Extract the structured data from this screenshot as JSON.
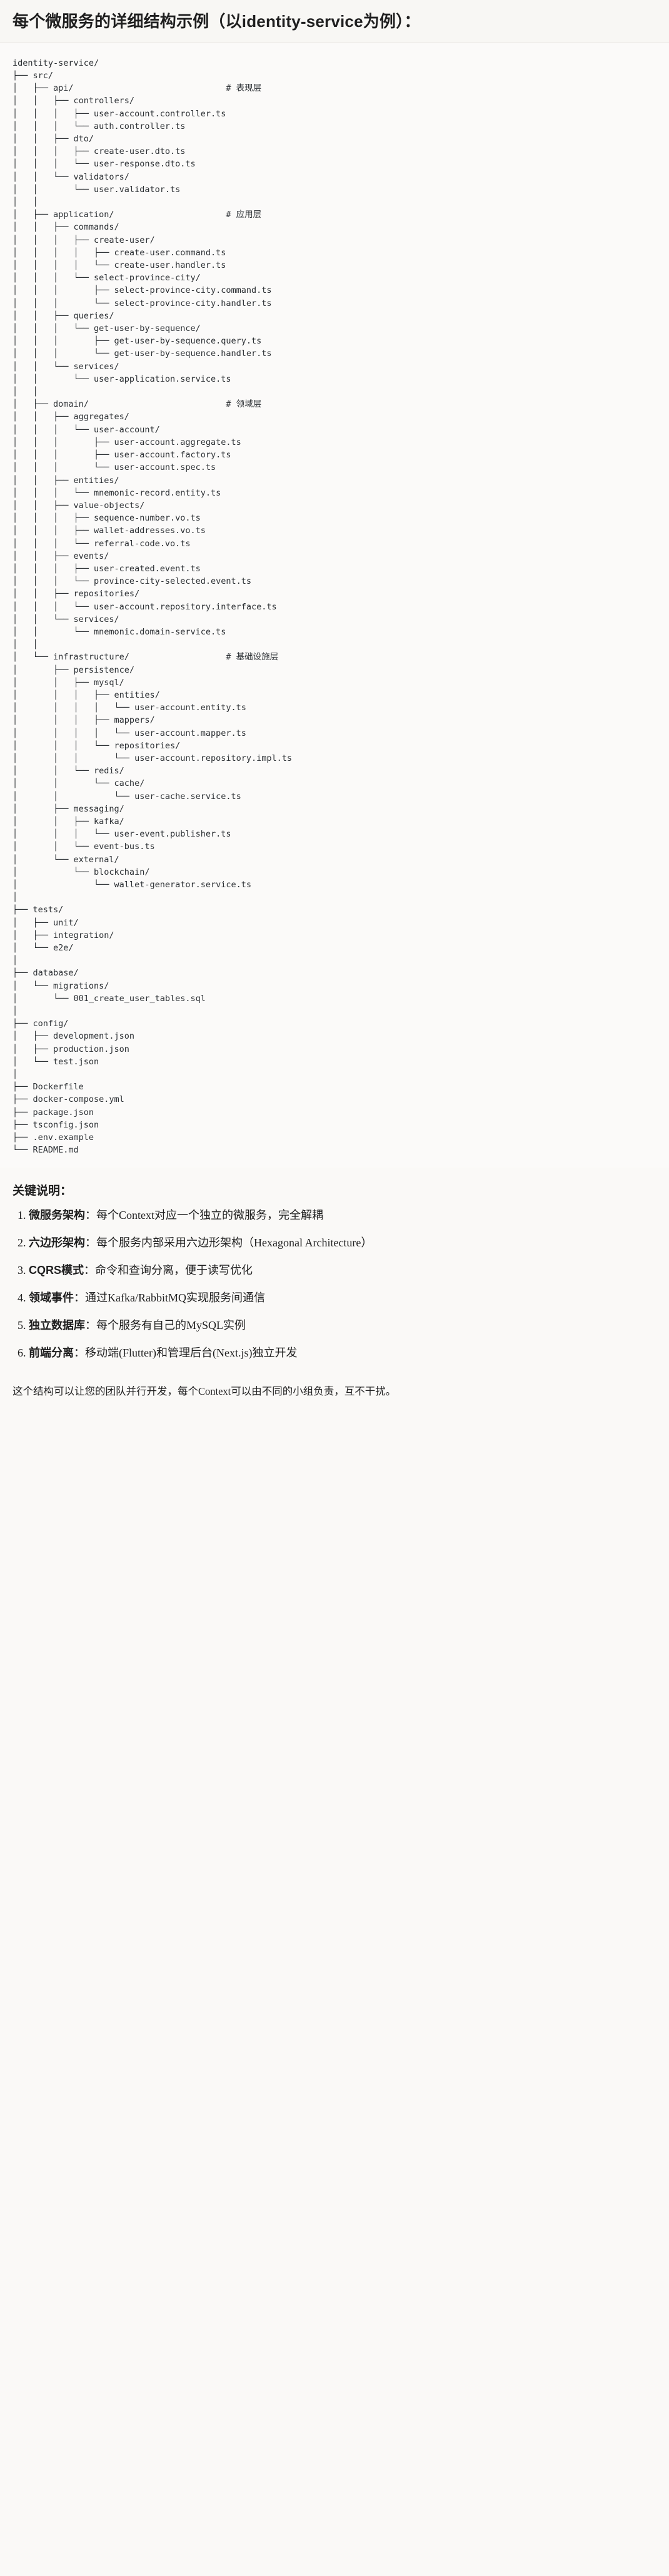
{
  "header": {
    "title_prefix": "每个微服务的详细结构示例",
    "title_paren": "（以identity-service为例）：",
    "title_full": "每个微服务的详细结构示例（以identity-service为例）："
  },
  "tree": {
    "root": "identity-service/",
    "comments": {
      "presentation": "# 表现层",
      "application": "# 应用层",
      "domain": "# 领域层",
      "infrastructure": "# 基础设施层"
    },
    "text": "identity-service/\n├── src/\n│   ├── api/                              # 表现层\n│   │   ├── controllers/\n│   │   │   ├── user-account.controller.ts\n│   │   │   └── auth.controller.ts\n│   │   ├── dto/\n│   │   │   ├── create-user.dto.ts\n│   │   │   └── user-response.dto.ts\n│   │   └── validators/\n│   │       └── user.validator.ts\n│   │\n│   ├── application/                      # 应用层\n│   │   ├── commands/\n│   │   │   ├── create-user/\n│   │   │   │   ├── create-user.command.ts\n│   │   │   │   └── create-user.handler.ts\n│   │   │   └── select-province-city/\n│   │   │       ├── select-province-city.command.ts\n│   │   │       └── select-province-city.handler.ts\n│   │   ├── queries/\n│   │   │   └── get-user-by-sequence/\n│   │   │       ├── get-user-by-sequence.query.ts\n│   │   │       └── get-user-by-sequence.handler.ts\n│   │   └── services/\n│   │       └── user-application.service.ts\n│   │\n│   ├── domain/                           # 领域层\n│   │   ├── aggregates/\n│   │   │   └── user-account/\n│   │   │       ├── user-account.aggregate.ts\n│   │   │       ├── user-account.factory.ts\n│   │   │       └── user-account.spec.ts\n│   │   ├── entities/\n│   │   │   └── mnemonic-record.entity.ts\n│   │   ├── value-objects/\n│   │   │   ├── sequence-number.vo.ts\n│   │   │   ├── wallet-addresses.vo.ts\n│   │   │   └── referral-code.vo.ts\n│   │   ├── events/\n│   │   │   ├── user-created.event.ts\n│   │   │   └── province-city-selected.event.ts\n│   │   ├── repositories/\n│   │   │   └── user-account.repository.interface.ts\n│   │   └── services/\n│   │       └── mnemonic.domain-service.ts\n│   │\n│   └── infrastructure/                   # 基础设施层\n│       ├── persistence/\n│       │   ├── mysql/\n│       │   │   ├── entities/\n│       │   │   │   └── user-account.entity.ts\n│       │   │   ├── mappers/\n│       │   │   │   └── user-account.mapper.ts\n│       │   │   └── repositories/\n│       │   │       └── user-account.repository.impl.ts\n│       │   └── redis/\n│       │       └── cache/\n│       │           └── user-cache.service.ts\n│       ├── messaging/\n│       │   ├── kafka/\n│       │   │   └── user-event.publisher.ts\n│       │   └── event-bus.ts\n│       └── external/\n│           └── blockchain/\n│               └── wallet-generator.service.ts\n│\n├── tests/\n│   ├── unit/\n│   ├── integration/\n│   └── e2e/\n│\n├── database/\n│   └── migrations/\n│       └── 001_create_user_tables.sql\n│\n├── config/\n│   ├── development.json\n│   ├── production.json\n│   └── test.json\n│\n├── Dockerfile\n├── docker-compose.yml\n├── package.json\n├── tsconfig.json\n├── .env.example\n└── README.md"
  },
  "notes": {
    "heading": "关键说明：",
    "items": [
      {
        "label": "微服务架构",
        "sep": "：",
        "body": "每个Context对应一个独立的微服务，完全解耦"
      },
      {
        "label": "六边形架构",
        "sep": "：",
        "body": "每个服务内部采用六边形架构（Hexagonal Architecture）"
      },
      {
        "label": "CQRS模式",
        "sep": "：",
        "body": "命令和查询分离，便于读写优化"
      },
      {
        "label": "领域事件",
        "sep": "：",
        "body": "通过Kafka/RabbitMQ实现服务间通信"
      },
      {
        "label": "独立数据库",
        "sep": "：",
        "body": "每个服务有自己的MySQL实例"
      },
      {
        "label": "前端分离",
        "sep": "：",
        "body": "移动端(Flutter)和管理后台(Next.js)独立开发"
      }
    ],
    "footer": "这个结构可以让您的团队并行开发，每个Context可以由不同的小组负责，互不干扰。"
  },
  "colors": {
    "page_bg": "#faf9f7",
    "header_bg": "#f8f7f4",
    "tree_bg": "#fbfaf9",
    "text": "#1f1f1f",
    "mono_text": "#2b2f33",
    "rule": "#e6e4e0"
  }
}
